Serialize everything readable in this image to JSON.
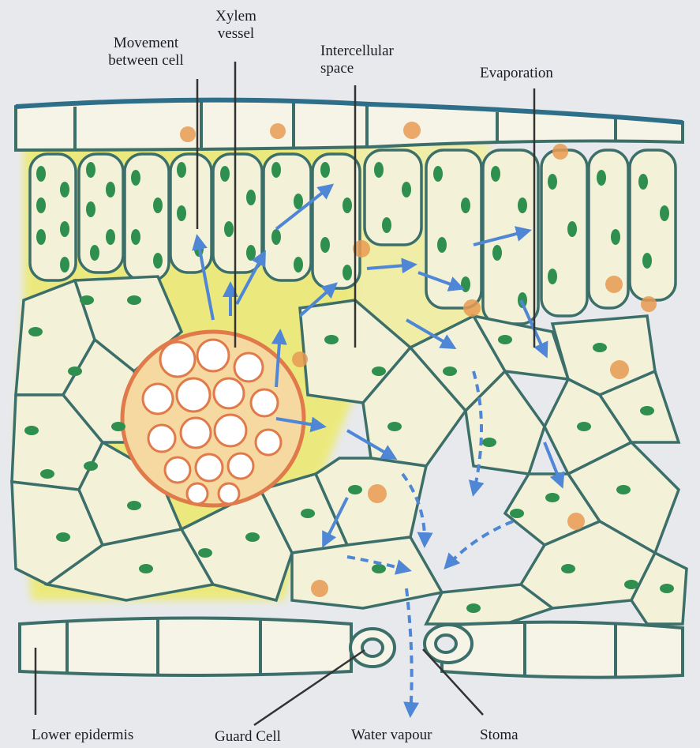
{
  "labels": {
    "movement": [
      "Movement",
      "between cell"
    ],
    "xylem": [
      "Xylem",
      "vessel"
    ],
    "intercellular": [
      "Intercellular",
      "space"
    ],
    "evaporation": "Evaporation",
    "lower_epidermis": "Lower epidermis",
    "guard_cell": "Guard Cell",
    "water_vapour": "Water vapour",
    "stoma": "Stoma"
  },
  "colors": {
    "cell_wall": "#3d6f6a",
    "cuticle": "#2f6e88",
    "chloroplast": "#2f8f4e",
    "mesophyll_fill": "#e8e35a",
    "xylem_wall": "#e07a4a",
    "arrow": "#4f86d6",
    "nucleus": "#e79a52"
  }
}
